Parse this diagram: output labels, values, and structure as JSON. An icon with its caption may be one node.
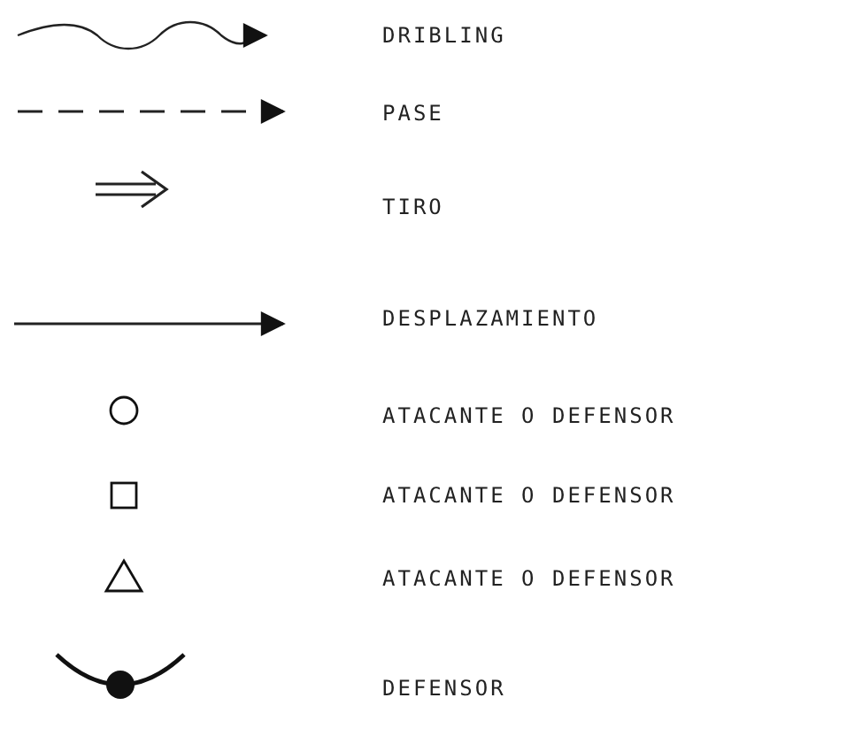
{
  "diagram": {
    "legend": [
      {
        "text": "DRIBLING"
      },
      {
        "text": "PASE"
      },
      {
        "text": "TIRO"
      },
      {
        "text": "DESPLAZAMIENTO"
      },
      {
        "text": "ATACANTE O DEFENSOR"
      },
      {
        "text": "ATACANTE O DEFENSOR"
      },
      {
        "text": "ATACANTE O DEFENSOR"
      },
      {
        "text": "DEFENSOR"
      }
    ]
  }
}
